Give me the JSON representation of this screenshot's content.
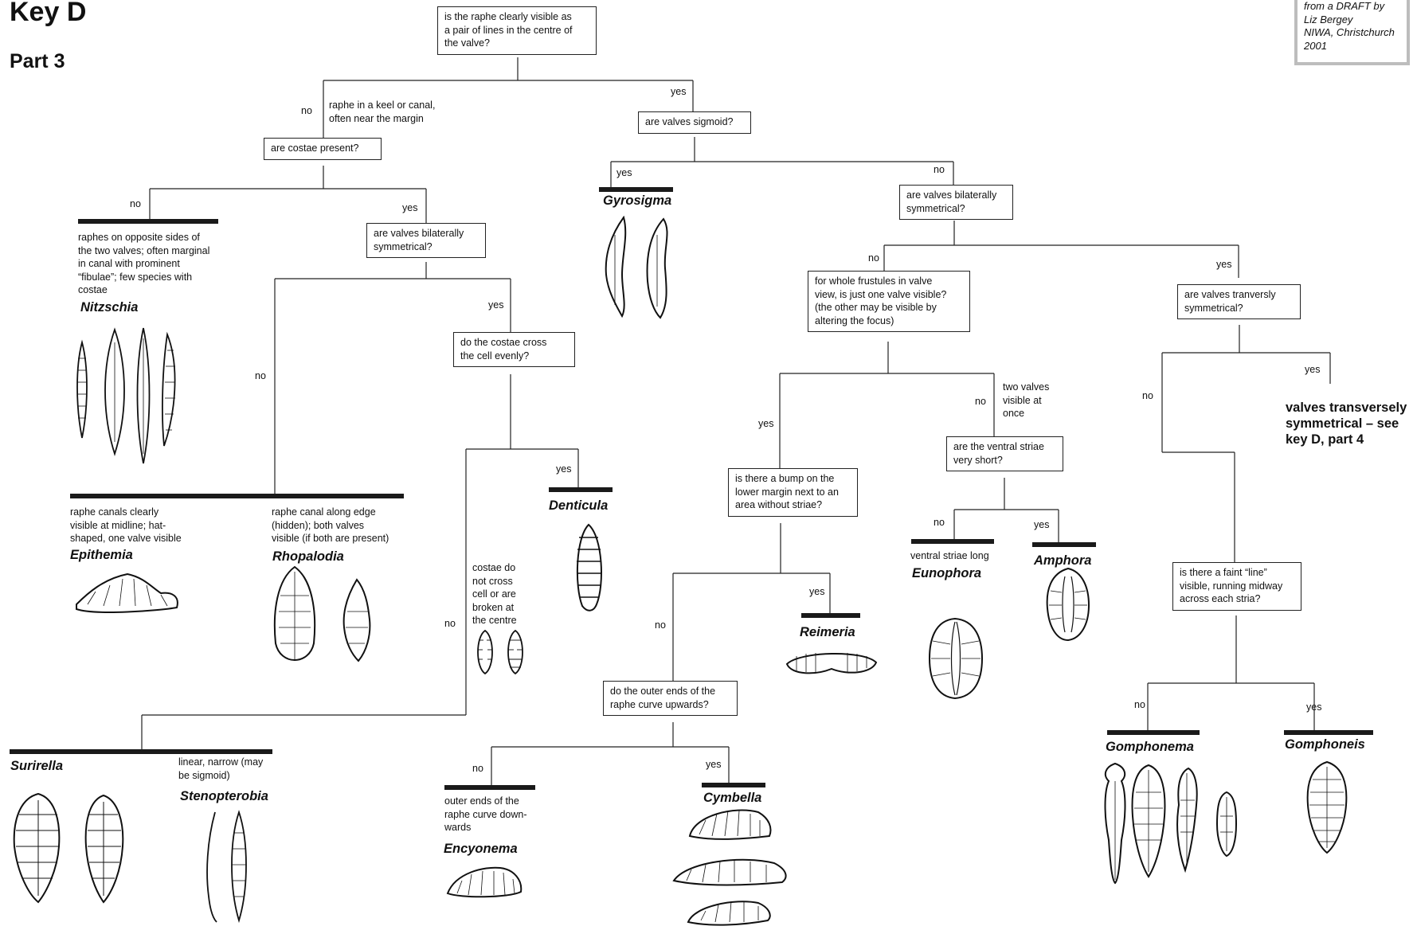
{
  "header": {
    "title": "Key D",
    "subtitle": "Part 3"
  },
  "credit": [
    "from a DRAFT by",
    "Liz Bergey",
    "NIWA, Christchurch",
    "2001"
  ],
  "questions": {
    "q_raphe_visible": [
      "is the raphe clearly visible as",
      "a pair of lines in the centre of",
      "the valve?"
    ],
    "q_costae": [
      "are costae present?"
    ],
    "q_sigmoid": [
      "are valves sigmoid?"
    ],
    "q_bilateral_a": [
      "are valves bilaterally",
      "symmetrical?"
    ],
    "q_bilateral_b": [
      "are valves bilaterally",
      "symmetrical?"
    ],
    "q_costae_cross": [
      "do the costae cross",
      "the cell evenly?"
    ],
    "q_one_valve": [
      "for whole frustules in valve",
      "view, is just one valve visible?",
      "(the other may be visible by",
      "altering the focus)"
    ],
    "q_transverse": [
      "are valves tranversly",
      "symmetrical?"
    ],
    "q_ventral": [
      "are the ventral striae",
      "very short?"
    ],
    "q_bump": [
      "is there a bump on the",
      "lower margin next to an",
      "area without striae?"
    ],
    "q_outer_ends": [
      "do the outer ends of the",
      "raphe curve upwards?"
    ],
    "q_faint_line": [
      "is there a faint “line”",
      "visible, running midway",
      "across each stria?"
    ]
  },
  "branch_labels": {
    "no": "no",
    "yes": "yes"
  },
  "descriptions": {
    "raphe_keel": [
      "raphe in a keel or canal,",
      "often near the margin"
    ],
    "nitzschia": [
      "raphes on opposite sides of",
      "the two valves; often marginal",
      "in canal with prominent",
      "“fibulae”; few species with",
      "costae"
    ],
    "epithemia": [
      "raphe canals clearly",
      "visible at midline; hat-",
      "shaped, one valve visible"
    ],
    "rhopalodia": [
      "raphe canal along edge",
      "(hidden); both valves",
      "visible (if both are present)"
    ],
    "costae_not_cross": [
      "costae do",
      "not cross",
      "cell or are",
      "broken at",
      "the centre"
    ],
    "two_valves": [
      "two valves",
      "visible at",
      "once"
    ],
    "eunophora": [
      "ventral striae long"
    ],
    "stenopterobia": [
      "linear, narrow (may",
      "be sigmoid)"
    ],
    "encyonema": [
      "outer ends of the",
      "raphe curve down-",
      "wards"
    ]
  },
  "note_part4": [
    "valves transversely",
    "symmetrical – see",
    "key D, part 4"
  ],
  "genera": {
    "gyrosigma": "Gyrosigma",
    "nitzschia": "Nitzschia",
    "epithemia": "Epithemia",
    "rhopalodia": "Rhopalodia",
    "denticula": "Denticula",
    "reimeria": "Reimeria",
    "eunophora": "Eunophora",
    "amphora": "Amphora",
    "gomphonema": "Gomphonema",
    "gomphoneis": "Gomphoneis",
    "surirella": "Surirella",
    "stenopterobia": "Stenopterobia",
    "encyonema": "Encyonema",
    "cymbella": "Cymbella"
  }
}
